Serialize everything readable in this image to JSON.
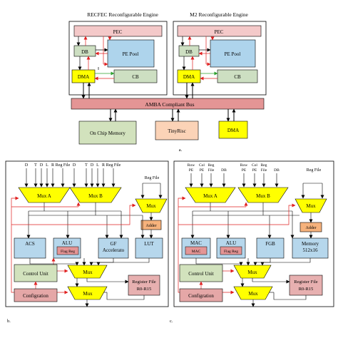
{
  "colors": {
    "pec": "#f4c9c9",
    "db": "#cddfc2",
    "pe_pool": "#aed4ec",
    "dma": "#ffff00",
    "cb": "#cddfc2",
    "bus": "#e49595",
    "memory": "#d2e2bd",
    "tinyrisc": "#fbd3b7",
    "mux": "#ffff00",
    "block": "#b6d7ec",
    "control": "#d2e2bd",
    "config": "#e5a7a7",
    "adder": "#f6b27c",
    "regfile": "#e7b0b0",
    "wire_red": "#e02020",
    "wire_green": "#2ea02e"
  },
  "panel_a": {
    "engine_left_title": "RECFEC Reconfigurable Engine",
    "engine_right_title": "M2 Reconfigurable Engine",
    "pec": "PEC",
    "db": "DB",
    "pe_pool": "PE Pool",
    "dma": "DMA",
    "cb": "CB",
    "bus": "AMBA Compliant Bus",
    "on_chip_memory": "On Chip Memory",
    "tinyrisc": "TinyRisc",
    "dma_bottom": "DMA",
    "label": "a."
  },
  "panel_b": {
    "inputs_a": [
      "D",
      "T",
      "D",
      "L",
      "R",
      "Reg File"
    ],
    "inputs_b": [
      "D",
      "T",
      "D",
      "L",
      "R",
      "Reg File"
    ],
    "reg_file_in": "Reg File",
    "mux_a": "Mux A",
    "mux_b": "Mux B",
    "mux_top": "Mux",
    "adder": "Adder",
    "acs": "ACS",
    "alu": "ALU",
    "flag_reg": "Flag Reg",
    "gf_line1": "GF",
    "gf_line2": "Accelerato",
    "lut": "LUT",
    "control_unit": "Control Unit",
    "mux_mid": "Mux",
    "register_file_line1": "Register File",
    "register_file_line2": "R0-R15",
    "configration": "Configration",
    "mux_bottom": "Mux",
    "label": "b."
  },
  "panel_c": {
    "inputs_a": [
      {
        "l1": "Row",
        "l2": "PE"
      },
      {
        "l1": "Col",
        "l2": "PE"
      },
      {
        "l1": "Reg",
        "l2": "File"
      },
      {
        "l1": "",
        "l2": "DB"
      }
    ],
    "inputs_b": [
      {
        "l1": "Row",
        "l2": "PE"
      },
      {
        "l1": "Col",
        "l2": "PE"
      },
      {
        "l1": "Reg",
        "l2": "File"
      },
      {
        "l1": "",
        "l2": "DB"
      }
    ],
    "reg_file_in": "Reg File",
    "mux_a": "Mux A",
    "mux_b": "Mux B",
    "mux_top": "Mux",
    "adder": "Adder",
    "mac": "MAC",
    "mac_sub": "MAC",
    "alu": "ALU",
    "flag_reg": "Flag Reg",
    "fgb": "FGB",
    "memory_line1": "Memory",
    "memory_line2": "512x16",
    "control_unit": "Control Unit",
    "mux_mid": "Mux",
    "register_file_line1": "Register File",
    "register_file_line2": "R0-R15",
    "configration": "Configration",
    "mux_bottom": "Mux",
    "label": "c."
  }
}
